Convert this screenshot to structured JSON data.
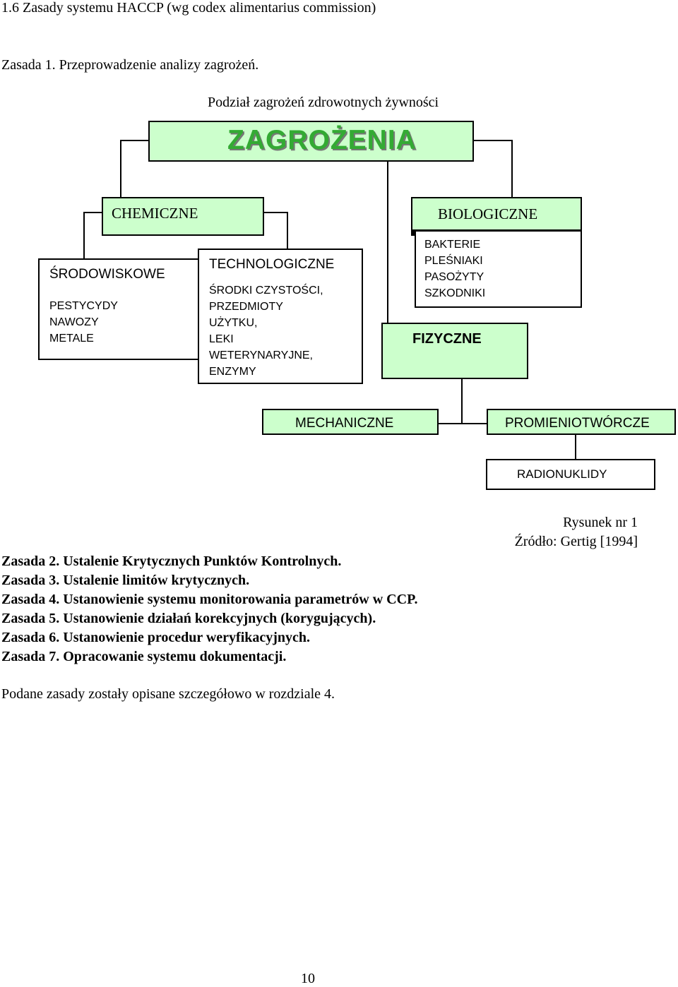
{
  "heading": "1.6 Zasady systemu HACCP (wg codex alimentarius commission)",
  "rule1": "Zasada 1. Przeprowadzenie analizy zagrożeń.",
  "diagram": {
    "title": "Podział zagrożeń zdrowotnych żywności",
    "root": "ZAGROŻENIA",
    "chemical": "CHEMICZNE",
    "environmental": "ŚRODOWISKOWE",
    "environmental_items": [
      "PESTYCYDY",
      "NAWOZY",
      "METALE"
    ],
    "technological": "TECHNOLOGICZNE",
    "technological_items": [
      "ŚRODKI CZYSTOŚCI,",
      "PRZEDMIOTY",
      "UŻYTKU,",
      "LEKI",
      "WETERYNARYJNE,",
      "ENZYMY"
    ],
    "biological": "BIOLOGICZNE",
    "biological_items": [
      "BAKTERIE",
      "PLEŚNIAKI",
      "PASOŻYTY",
      "SZKODNIKI"
    ],
    "physical": "FIZYCZNE",
    "mechanical": "MECHANICZNE",
    "radiation": "PROMIENIOTWÓRCZE",
    "radionuclides": "RADIONUKLIDY"
  },
  "caption": {
    "figure": "Rysunek nr 1",
    "source": "Źródło: Gertig [1994]"
  },
  "rules": [
    "Zasada 2. Ustalenie Krytycznych Punktów Kontrolnych.",
    "Zasada 3. Ustalenie limitów krytycznych.",
    "Zasada 4. Ustanowienie systemu monitorowania parametrów w CCP.",
    "Zasada 5. Ustanowienie działań korekcyjnych (korygujących).",
    "Zasada 6. Ustanowienie procedur weryfikacyjnych.",
    "Zasada 7. Opracowanie systemu dokumentacji."
  ],
  "footer_note": "Podane zasady zostały opisane szczegółowo w rozdziale 4.",
  "page_number": "10",
  "colors": {
    "box_fill": "#ccffcc",
    "line": "#000000",
    "logo_text": "#33aa33"
  }
}
